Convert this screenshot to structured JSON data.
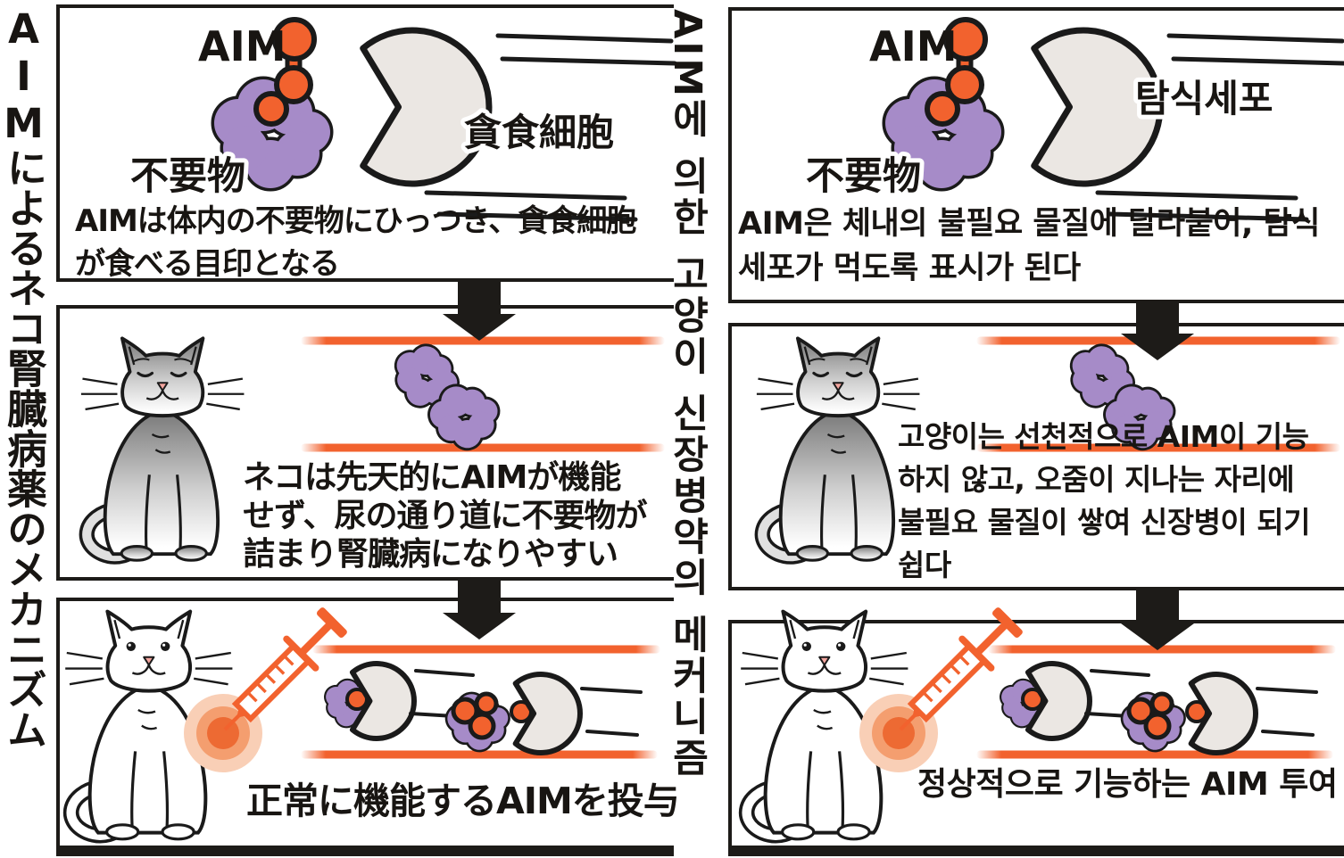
{
  "colors": {
    "ink": "#1a1a1a",
    "orange": "#F2622E",
    "purple": "#A68BC8",
    "cell_gray": "#EBE7E3",
    "glow_outer": "#F9CFB6",
    "glow_mid": "#F49E6F",
    "glow_inner": "#ED6A33",
    "nose_pink": "#F3A59E"
  },
  "left": {
    "title": "AIMによるネコ腎臓病薬のメカニズム",
    "panel1": {
      "aim_label": "AIM",
      "waste_label": "不要物",
      "cell_label": "貪食細胞",
      "caption_line1": "AIMは体内の不要物にひっつき、貪食細胞",
      "caption_line2": "が食べる目印となる"
    },
    "panel2": {
      "caption_line1": "ネコは先天的にAIMが機能",
      "caption_line2": "せず、尿の通り道に不要物が",
      "caption_line3": "詰まり腎臓病になりやすい"
    },
    "panel3": {
      "caption": "正常に機能するAIMを投与"
    }
  },
  "right": {
    "title": "AIM에 의한 고양이 신장병약의 메커니즘",
    "panel1": {
      "aim_label": "AIM",
      "waste_label": "不要物",
      "cell_label": "탐식세포",
      "caption_line1": "AIM은 체내의 불필요 물질에 달라붙어, 탐식",
      "caption_line2": "세포가 먹도록 표시가 된다"
    },
    "panel2": {
      "caption_line1": "고양이는 선천적으로 AIM이 기능",
      "caption_line2": "하지 않고, 오줌이 지나는 자리에",
      "caption_line3": "불필요 물질이 쌓여 신장병이 되기",
      "caption_line4": "쉽다"
    },
    "panel3": {
      "caption": "정상적으로 기능하는 AIM 투여"
    }
  }
}
